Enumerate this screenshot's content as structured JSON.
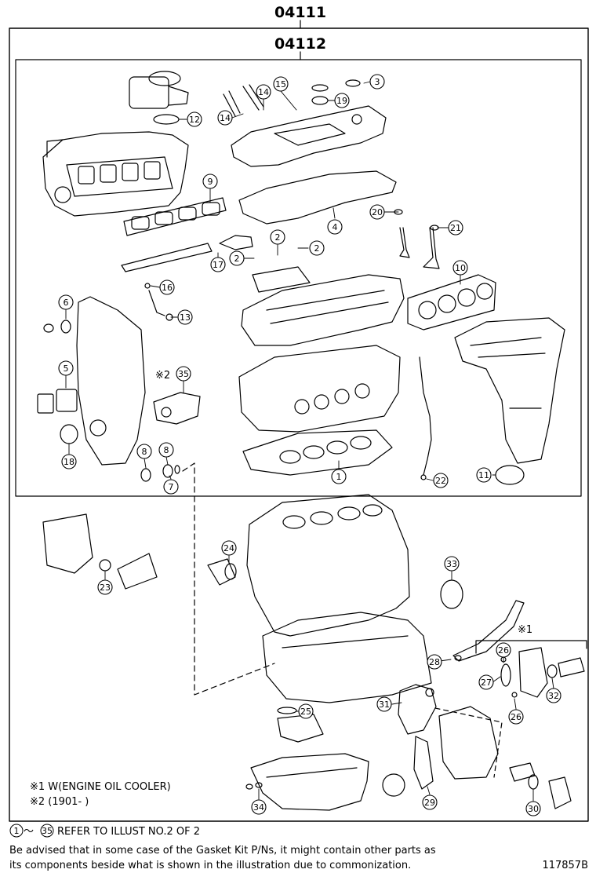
{
  "title_outer": "04111",
  "title_inner": "04112",
  "callouts": [
    {
      "id": "c1",
      "n": "1"
    },
    {
      "id": "c2a",
      "n": "2"
    },
    {
      "id": "c2b",
      "n": "2"
    },
    {
      "id": "c2c",
      "n": "2"
    },
    {
      "id": "c3",
      "n": "3"
    },
    {
      "id": "c4",
      "n": "4"
    },
    {
      "id": "c5",
      "n": "5"
    },
    {
      "id": "c6",
      "n": "6"
    },
    {
      "id": "c7",
      "n": "7"
    },
    {
      "id": "c8a",
      "n": "8"
    },
    {
      "id": "c8b",
      "n": "8"
    },
    {
      "id": "c9",
      "n": "9"
    },
    {
      "id": "c10",
      "n": "10"
    },
    {
      "id": "c11",
      "n": "11"
    },
    {
      "id": "c12",
      "n": "12"
    },
    {
      "id": "c13",
      "n": "13"
    },
    {
      "id": "c14a",
      "n": "14"
    },
    {
      "id": "c14b",
      "n": "14"
    },
    {
      "id": "c15",
      "n": "15"
    },
    {
      "id": "c16",
      "n": "16"
    },
    {
      "id": "c17",
      "n": "17"
    },
    {
      "id": "c18",
      "n": "18"
    },
    {
      "id": "c19",
      "n": "19"
    },
    {
      "id": "c20",
      "n": "20"
    },
    {
      "id": "c21",
      "n": "21"
    },
    {
      "id": "c22",
      "n": "22"
    },
    {
      "id": "c23",
      "n": "23"
    },
    {
      "id": "c24",
      "n": "24"
    },
    {
      "id": "c25",
      "n": "25"
    },
    {
      "id": "c26a",
      "n": "26"
    },
    {
      "id": "c26b",
      "n": "26"
    },
    {
      "id": "c27",
      "n": "27"
    },
    {
      "id": "c28",
      "n": "28"
    },
    {
      "id": "c29",
      "n": "29"
    },
    {
      "id": "c30",
      "n": "30"
    },
    {
      "id": "c31",
      "n": "31"
    },
    {
      "id": "c32",
      "n": "32"
    },
    {
      "id": "c33",
      "n": "33"
    },
    {
      "id": "c34",
      "n": "34"
    },
    {
      "id": "c35",
      "n": "35"
    }
  ],
  "marks": {
    "m1": "※1",
    "m2": "※2"
  },
  "notes": {
    "note1": "※1 W(ENGINE OIL COOLER)",
    "note2": "※2 (1901-      )"
  },
  "footer": {
    "range_from": "1",
    "range_to": "35",
    "range_sep": "～",
    "refer_text": "REFER TO ILLUST NO.2 OF 2",
    "advice_line1": "Be advised that in some case of the Gasket Kit P/Ns,  it might contain other parts as",
    "advice_line2": "its components beside what is shown in the illustration due to commonization.",
    "figure_id": "117857B"
  }
}
